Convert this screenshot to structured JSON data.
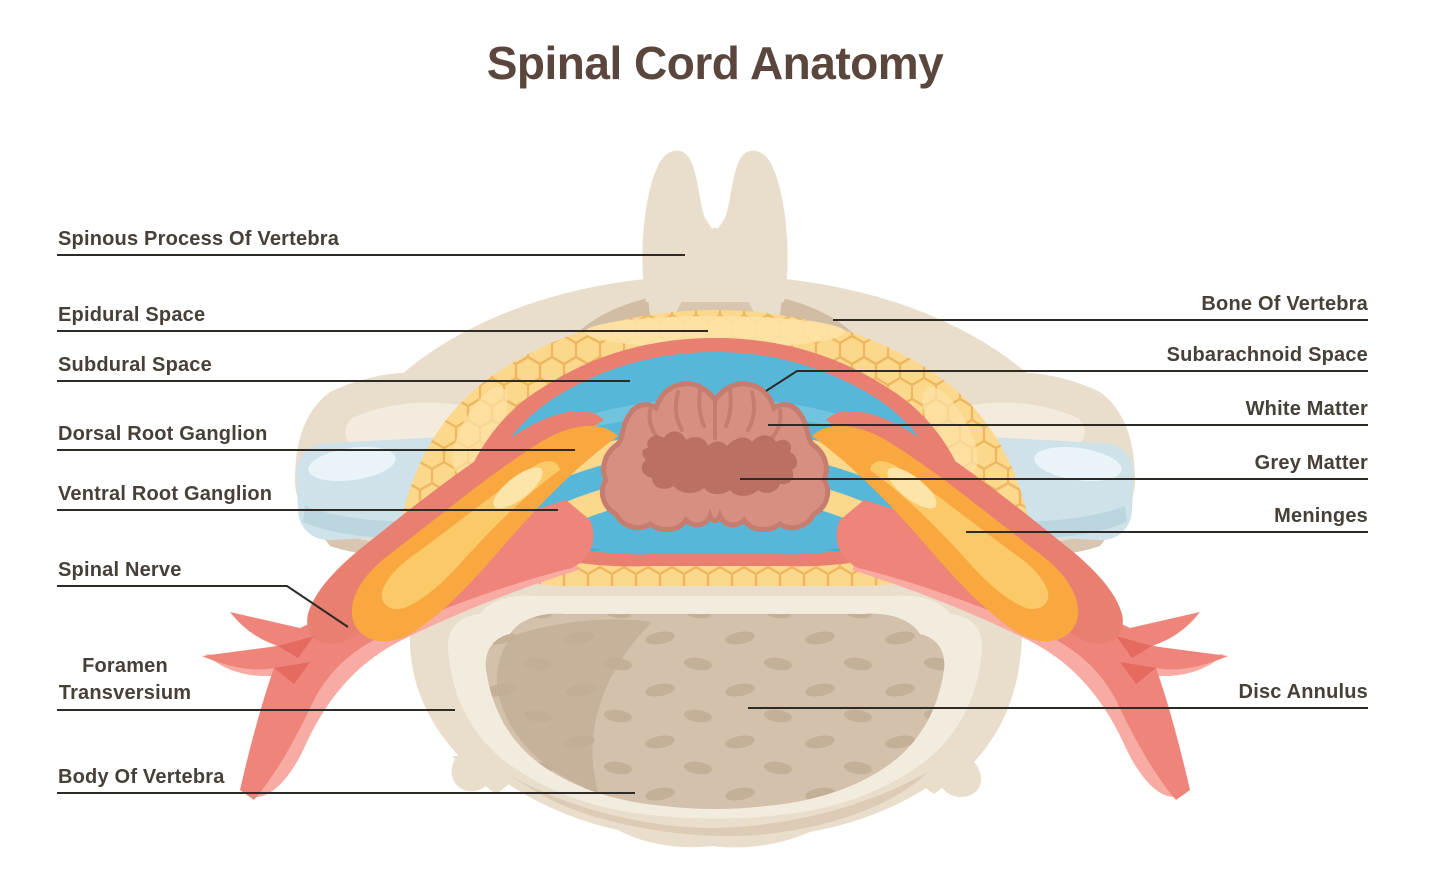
{
  "title": "Spinal Cord Anatomy",
  "labels": {
    "left": [
      {
        "text": "Spinous Process Of Vertebra"
      },
      {
        "text": "Epidural Space"
      },
      {
        "text": "Subdural Space"
      },
      {
        "text": "Dorsal Root Ganglion"
      },
      {
        "text": "Ventral Root Ganglion"
      },
      {
        "text": "Spinal Nerve"
      },
      {
        "text": "Foramen",
        "text2": "Transversium"
      },
      {
        "text": "Body Of Vertebra"
      }
    ],
    "right": [
      {
        "text": "Bone Of Vertebra"
      },
      {
        "text": "Subarachnoid Space"
      },
      {
        "text": "White Matter"
      },
      {
        "text": "Grey Matter"
      },
      {
        "text": "Meninges"
      },
      {
        "text": "Disc Annulus"
      }
    ]
  },
  "colors": {
    "title_text": "#5a463d",
    "label_text": "#474038",
    "line": "#2e2a26",
    "bone": "#e9decb",
    "bone_hi": "#f3ebdd",
    "bone_sh": "#d9c6b0",
    "bone_dk": "#d2bda4",
    "rim": "#f2ecdf",
    "disc": "#d3c1ab",
    "disc_sh": "#c3af98",
    "spot": "#c2ad95",
    "facet": "#cfe2ea",
    "facet_hi": "#e9f4f8",
    "facet_sh": "#b9d3dd",
    "yellow": "#fbd88c",
    "yellow_hi": "#fde3a6",
    "honey_line": "#eeb65e",
    "red": "#e87f71",
    "blue": "#57b7d8",
    "blue_hi": "#7ecbe2",
    "blue_dk": "#3da3c7",
    "white_matter": "#d78f81",
    "wm_line": "#c67d70",
    "grey_matter": "#ba7164",
    "pink": "#ef857a",
    "pink_lt": "#f7aba3",
    "pink_dk": "#e3675d",
    "orange": "#f8a83e",
    "orange_hi": "#fbc968",
    "orange_glint": "#fde5a9"
  }
}
